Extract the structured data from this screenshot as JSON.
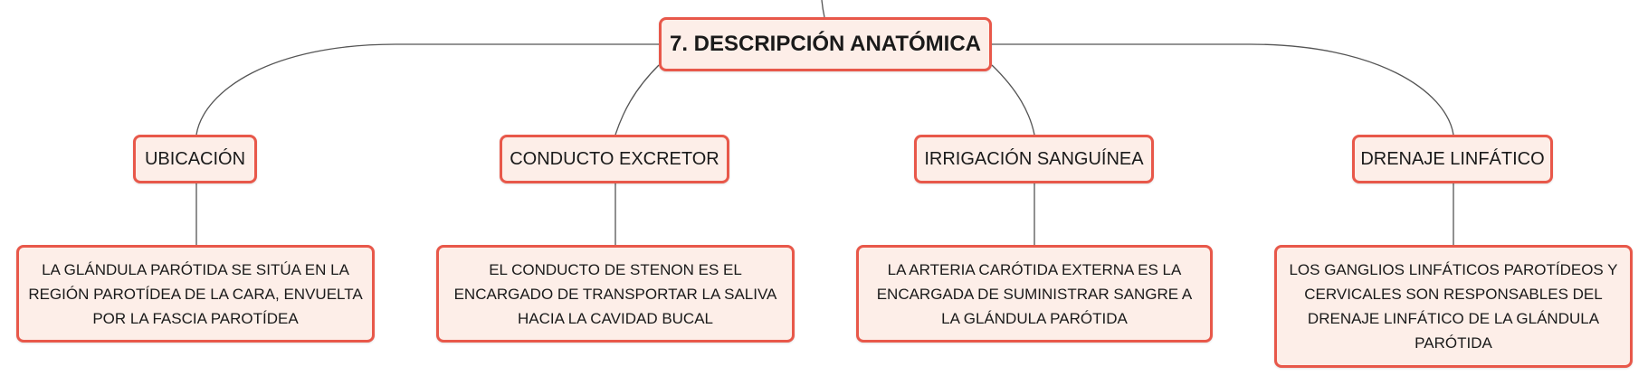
{
  "root": {
    "label": "7. DESCRIPCIÓN ANATÓMICA"
  },
  "branches": [
    {
      "label": "UBICACIÓN",
      "detail": "LA GLÁNDULA PARÓTIDA SE SITÚA EN LA REGIÓN PAROTÍDEA DE LA CARA, ENVUELTA POR LA FASCIA PAROTÍDEA"
    },
    {
      "label": "CONDUCTO EXCRETOR",
      "detail": "EL CONDUCTO DE STENON ES EL ENCARGADO DE TRANSPORTAR LA SALIVA HACIA LA CAVIDAD BUCAL"
    },
    {
      "label": "IRRIGACIÓN SANGUÍNEA",
      "detail": "LA ARTERIA CARÓTIDA EXTERNA ES LA ENCARGADA DE SUMINISTRAR SANGRE A LA GLÁNDULA PARÓTIDA"
    },
    {
      "label": "DRENAJE LINFÁTICO",
      "detail": "LOS GANGLIOS LINFÁTICOS PAROTÍDEOS Y CERVICALES SON RESPONSABLES DEL DRENAJE LINFÁTICO DE LA GLÁNDULA PARÓTIDA"
    }
  ]
}
